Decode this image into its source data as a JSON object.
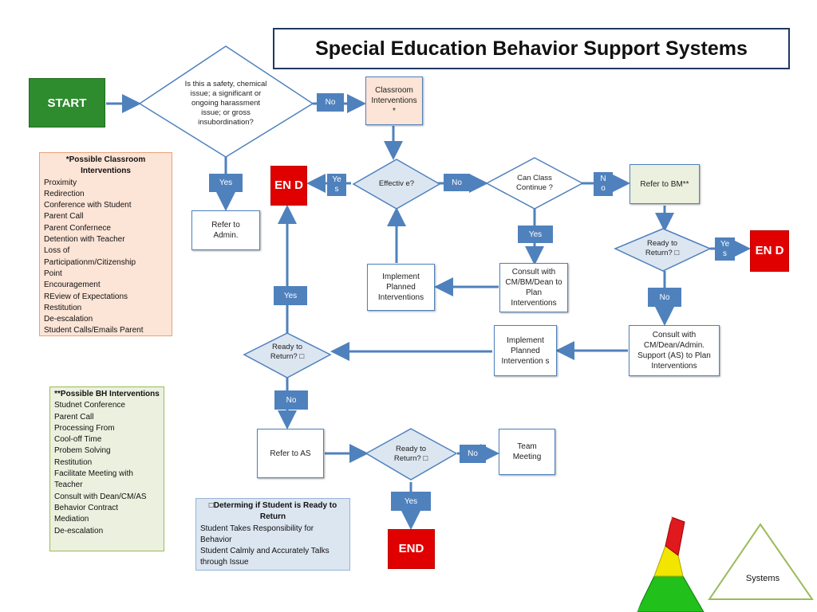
{
  "title": "Special Education Behavior Support Systems",
  "flow": {
    "start": "START",
    "q_safety": "Is this a safety, chemical issue; a significant or ongoing harassment issue; or gross insubordination?",
    "no_1": "No",
    "classroom_interventions": "Classroom Interventions *",
    "yes_1": "Yes",
    "refer_admin": "Refer to Admin.",
    "end_1": "EN D",
    "yes_2": "Ye s",
    "q_effective": "Effectiv e?",
    "no_2": "No",
    "q_class_continue": "Can Class Continue ?",
    "no_3": "N o",
    "refer_bm": "Refer to BM**",
    "yes_3": "Yes",
    "consult_cm_bm": "Consult with CM/BM/Dean to Plan Interventions",
    "implement_1": "Implement Planned Interventions",
    "q_ready_1": "Ready to Return? □",
    "yes_4": "Ye s",
    "end_2": "EN D",
    "no_4": "No",
    "consult_dean": "Consult with CM/Dean/Admin. Support (AS) to Plan Interventions",
    "implement_2": "Implement Planned Intervention s",
    "yes_5": "Yes",
    "q_ready_2": "Ready to Return? □",
    "no_5": "No",
    "refer_as": "Refer to AS",
    "q_ready_3": "Ready to Return? □",
    "no_6": "No",
    "team_meeting": "Team Meeting",
    "yes_6": "Yes",
    "end_3": "END"
  },
  "classroom_panel": {
    "heading": "*Possible Classroom Interventions",
    "items": [
      "Proximity",
      "Redirection",
      "Conference with Student",
      "Parent Call",
      "Parent Confernece",
      "Detention with Teacher",
      "Loss of",
      "Participationm/Citizenship",
      "Point",
      "Encouragement",
      "REview of Expectations",
      "Restitution",
      "De-escalation",
      "Student Calls/Emails Parent"
    ]
  },
  "bh_panel": {
    "heading": "**Possible BH Interventions",
    "items": [
      "Studnet Conference",
      "Parent Call",
      "Processing From",
      "Cool-off Time",
      "Probem Solving",
      "Restitution",
      "Facilitate Meeting with",
      "Teacher",
      "Consult with Dean/CM/AS",
      "Behavior Contract",
      "Mediation",
      "De-escalation"
    ]
  },
  "ready_panel": {
    "heading": "□Determing if Student is Ready to Return",
    "items": [
      "Student Takes Responsibility for",
      "Behavior",
      "Student Calmly and Accurately Talks",
      "through Issue"
    ]
  },
  "systems_label": "Systems",
  "colors": {
    "connector": "#4f81bd",
    "start_fill": "#2e8b2e",
    "end_fill": "#e00000",
    "classroom_fill": "#fce4d6",
    "bh_fill": "#ebf1de",
    "ready_fill": "#dce6f1",
    "title_border": "#1f3864"
  }
}
